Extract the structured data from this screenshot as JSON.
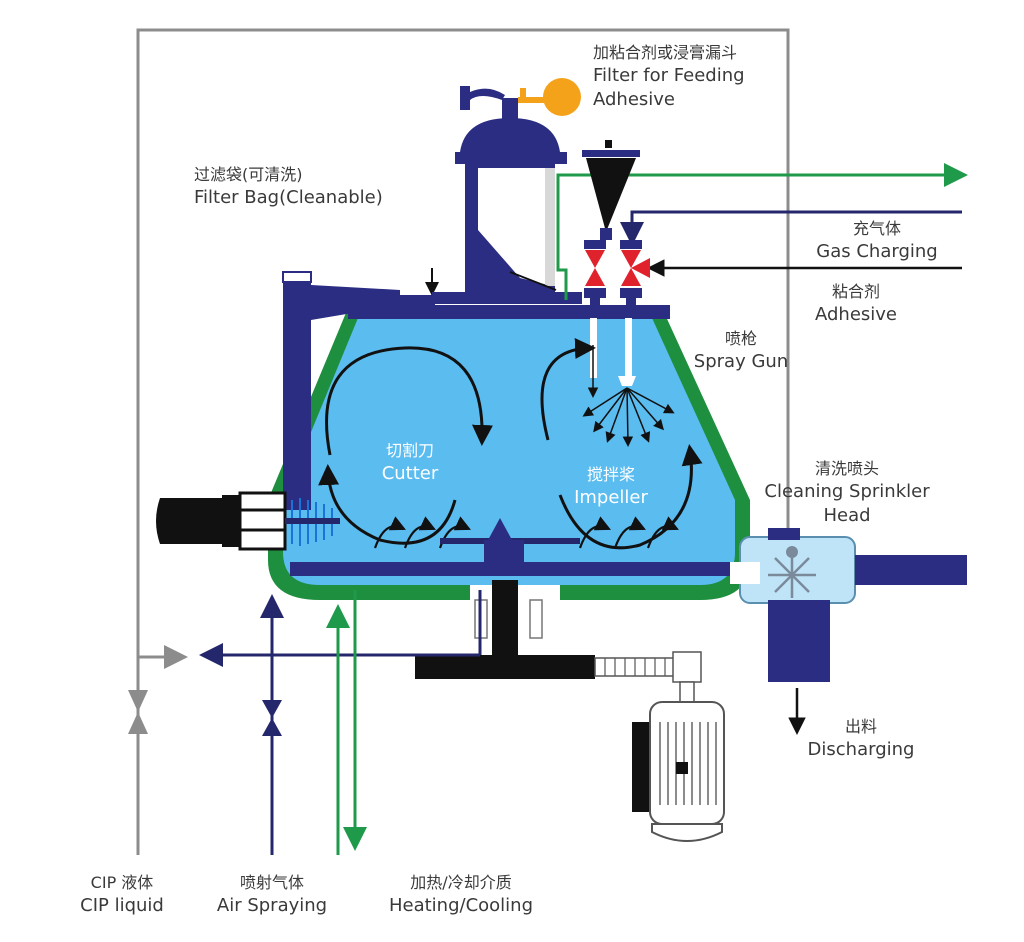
{
  "colors": {
    "vessel_fill": "#5bbcf0",
    "vessel_outline": "#1e8f3e",
    "dark_blue": "#2b2d82",
    "navy_line": "#24276b",
    "green_line": "#1e9a4a",
    "gray_line": "#8c8c8c",
    "red_valve": "#e0222d",
    "orange": "#f5a21b",
    "black": "#111111"
  },
  "labels": {
    "feeding_filter": {
      "cn": "加粘合剂或浸膏漏斗",
      "en1": "Filter for Feeding",
      "en2": "Adhesive"
    },
    "filter_bag": {
      "cn": "过滤袋(可清洗)",
      "en": "Filter Bag(Cleanable)"
    },
    "gas_charging": {
      "cn": "充气体",
      "en": "Gas Charging"
    },
    "adhesive": {
      "cn": "粘合剂",
      "en": "Adhesive"
    },
    "spray_gun": {
      "cn": "喷枪",
      "en": "Spray Gun"
    },
    "cutter": {
      "cn": "切割刀",
      "en": "Cutter"
    },
    "impeller": {
      "cn": "搅拌桨",
      "en": "Impeller"
    },
    "cleaning_head": {
      "cn": "清洗喷头",
      "en1": "Cleaning Sprinkler",
      "en2": "Head"
    },
    "discharging": {
      "cn": "出料",
      "en": "Discharging"
    },
    "cip": {
      "cn": "CIP 液体",
      "en": "CIP liquid"
    },
    "air_spraying": {
      "cn": "喷射气体",
      "en": "Air Spraying"
    },
    "heating": {
      "cn": "加热/冷却介质",
      "en": "Heating/Cooling"
    }
  }
}
